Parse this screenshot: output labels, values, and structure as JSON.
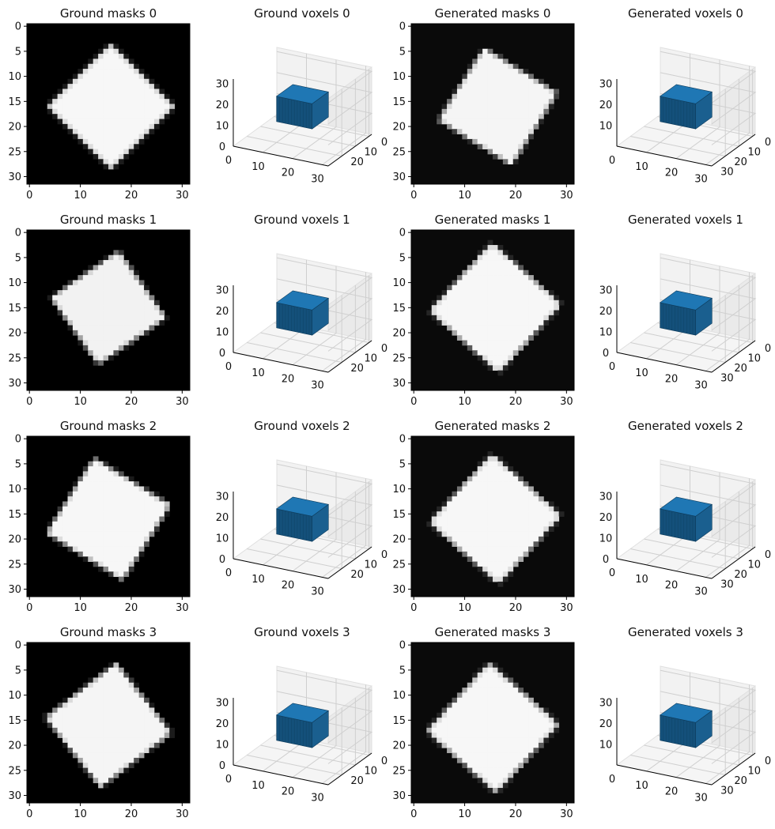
{
  "chart_data": [
    {
      "type": "heatmap",
      "title": "Ground masks 0",
      "xticks": [
        0,
        10,
        20,
        30
      ],
      "yticks": [
        0,
        5,
        10,
        15,
        20,
        25,
        30
      ],
      "xlim": [
        -0.5,
        31.5
      ],
      "ylim": [
        31.5,
        -0.5
      ],
      "shape": {
        "kind": "square",
        "center": [
          16,
          16
        ],
        "half_diagonal": 12.5,
        "angle_deg": 45
      },
      "shape_value": 0.97,
      "background_value": 0.0
    },
    {
      "type": "voxels",
      "title": "Ground voxels 0",
      "xticks": [
        0,
        10,
        20,
        30
      ],
      "yticks": [
        0,
        10,
        20
      ],
      "zticks": [
        0,
        10,
        20,
        30
      ],
      "cube": {
        "min": [
          10,
          10,
          10
        ],
        "max": [
          22,
          22,
          22
        ]
      },
      "color": "#1f77b4"
    },
    {
      "type": "heatmap",
      "title": "Generated masks 0",
      "xticks": [
        0,
        10,
        20,
        30
      ],
      "yticks": [
        0,
        5,
        10,
        15,
        20,
        25,
        30
      ],
      "xlim": [
        -0.5,
        31.5
      ],
      "ylim": [
        31.5,
        -0.5
      ],
      "shape": {
        "kind": "square",
        "center": [
          16.5,
          16
        ],
        "half_diagonal": 12,
        "angle_deg": 32
      },
      "shape_value": 0.96,
      "background_value": 0.04
    },
    {
      "type": "voxels",
      "title": "Generated voxels 0",
      "xticks": [
        0,
        10,
        20,
        30
      ],
      "yticks": [
        0,
        10,
        20,
        30
      ],
      "zticks": [
        10,
        20,
        30
      ],
      "cube": {
        "min": [
          10,
          10,
          10
        ],
        "max": [
          22,
          22,
          22
        ]
      },
      "color": "#1f77b4"
    },
    {
      "type": "heatmap",
      "title": "Ground masks 1",
      "xticks": [
        0,
        10,
        20,
        30
      ],
      "yticks": [
        0,
        5,
        10,
        15,
        20,
        25,
        30
      ],
      "xlim": [
        -0.5,
        31.5
      ],
      "ylim": [
        31.5,
        -0.5
      ],
      "shape": {
        "kind": "square",
        "center": [
          15.5,
          15
        ],
        "half_diagonal": 11.5,
        "angle_deg": 55
      },
      "shape_value": 0.95,
      "background_value": 0.0
    },
    {
      "type": "voxels",
      "title": "Ground voxels 1",
      "xticks": [
        0,
        10,
        20,
        30
      ],
      "yticks": [
        0,
        10,
        20
      ],
      "zticks": [
        0,
        10,
        20,
        30
      ],
      "cube": {
        "min": [
          10,
          10,
          10
        ],
        "max": [
          22,
          22,
          22
        ]
      },
      "color": "#1f77b4"
    },
    {
      "type": "heatmap",
      "title": "Generated masks 1",
      "xticks": [
        0,
        10,
        20,
        30
      ],
      "yticks": [
        0,
        5,
        10,
        15,
        20,
        25,
        30
      ],
      "xlim": [
        -0.5,
        31.5
      ],
      "ylim": [
        31.5,
        -0.5
      ],
      "shape": {
        "kind": "square",
        "center": [
          16,
          15
        ],
        "half_diagonal": 13,
        "angle_deg": 42
      },
      "shape_value": 0.97,
      "background_value": 0.04
    },
    {
      "type": "voxels",
      "title": "Generated voxels 1",
      "xticks": [
        0,
        10,
        20,
        30
      ],
      "yticks": [
        0,
        10,
        20,
        30
      ],
      "zticks": [
        0,
        10,
        20,
        30
      ],
      "cube": {
        "min": [
          10,
          10,
          10
        ],
        "max": [
          22,
          22,
          22
        ]
      },
      "color": "#1f77b4"
    },
    {
      "type": "heatmap",
      "title": "Ground masks 2",
      "xticks": [
        0,
        10,
        20,
        30
      ],
      "yticks": [
        0,
        5,
        10,
        15,
        20,
        25,
        30
      ],
      "xlim": [
        -0.5,
        31.5
      ],
      "ylim": [
        31.5,
        -0.5
      ],
      "shape": {
        "kind": "square",
        "center": [
          15.5,
          16
        ],
        "half_diagonal": 12.5,
        "angle_deg": 32
      },
      "shape_value": 0.97,
      "background_value": 0.0
    },
    {
      "type": "voxels",
      "title": "Ground voxels 2",
      "xticks": [
        0,
        10,
        20,
        30
      ],
      "yticks": [
        0,
        10,
        20
      ],
      "zticks": [
        0,
        10,
        20,
        30
      ],
      "cube": {
        "min": [
          10,
          10,
          10
        ],
        "max": [
          22,
          22,
          22
        ]
      },
      "color": "#1f77b4"
    },
    {
      "type": "heatmap",
      "title": "Generated masks 2",
      "xticks": [
        0,
        10,
        20,
        30
      ],
      "yticks": [
        0,
        5,
        10,
        15,
        20,
        25,
        30
      ],
      "xlim": [
        -0.5,
        31.5
      ],
      "ylim": [
        31.5,
        -0.5
      ],
      "shape": {
        "kind": "square",
        "center": [
          16,
          16
        ],
        "half_diagonal": 13,
        "angle_deg": 42
      },
      "shape_value": 0.97,
      "background_value": 0.04
    },
    {
      "type": "voxels",
      "title": "Generated voxels 2",
      "xticks": [
        0,
        10,
        20,
        30
      ],
      "yticks": [
        0,
        10,
        20,
        30
      ],
      "zticks": [
        0,
        10,
        20,
        30
      ],
      "cube": {
        "min": [
          10,
          10,
          10
        ],
        "max": [
          22,
          22,
          22
        ]
      },
      "color": "#1f77b4"
    },
    {
      "type": "heatmap",
      "title": "Ground masks 3",
      "xticks": [
        0,
        10,
        20,
        30
      ],
      "yticks": [
        0,
        5,
        10,
        15,
        20,
        25,
        30
      ],
      "xlim": [
        -0.5,
        31.5
      ],
      "ylim": [
        31.5,
        -0.5
      ],
      "shape": {
        "kind": "square",
        "center": [
          15.5,
          16
        ],
        "half_diagonal": 12.5,
        "angle_deg": 52
      },
      "shape_value": 0.96,
      "background_value": 0.0
    },
    {
      "type": "voxels",
      "title": "Ground voxels 3",
      "xticks": [
        0,
        10,
        20,
        30
      ],
      "yticks": [
        0,
        10,
        20
      ],
      "zticks": [
        0,
        10,
        20,
        30
      ],
      "cube": {
        "min": [
          10,
          10,
          10
        ],
        "max": [
          22,
          22,
          22
        ]
      },
      "color": "#1f77b4"
    },
    {
      "type": "heatmap",
      "title": "Generated masks 3",
      "xticks": [
        0,
        10,
        20,
        30
      ],
      "yticks": [
        0,
        5,
        10,
        15,
        20,
        25,
        30
      ],
      "xlim": [
        -0.5,
        31.5
      ],
      "ylim": [
        31.5,
        -0.5
      ],
      "shape": {
        "kind": "square",
        "center": [
          15.5,
          16.5
        ],
        "half_diagonal": 13,
        "angle_deg": 42
      },
      "shape_value": 0.97,
      "background_value": 0.04
    },
    {
      "type": "voxels",
      "title": "Generated voxels 3",
      "xticks": [
        0,
        10,
        20,
        30
      ],
      "yticks": [
        0,
        10,
        20,
        30
      ],
      "zticks": [
        10,
        20,
        30
      ],
      "cube": {
        "min": [
          10,
          10,
          10
        ],
        "max": [
          22,
          22,
          22
        ]
      },
      "color": "#1f77b4"
    }
  ]
}
